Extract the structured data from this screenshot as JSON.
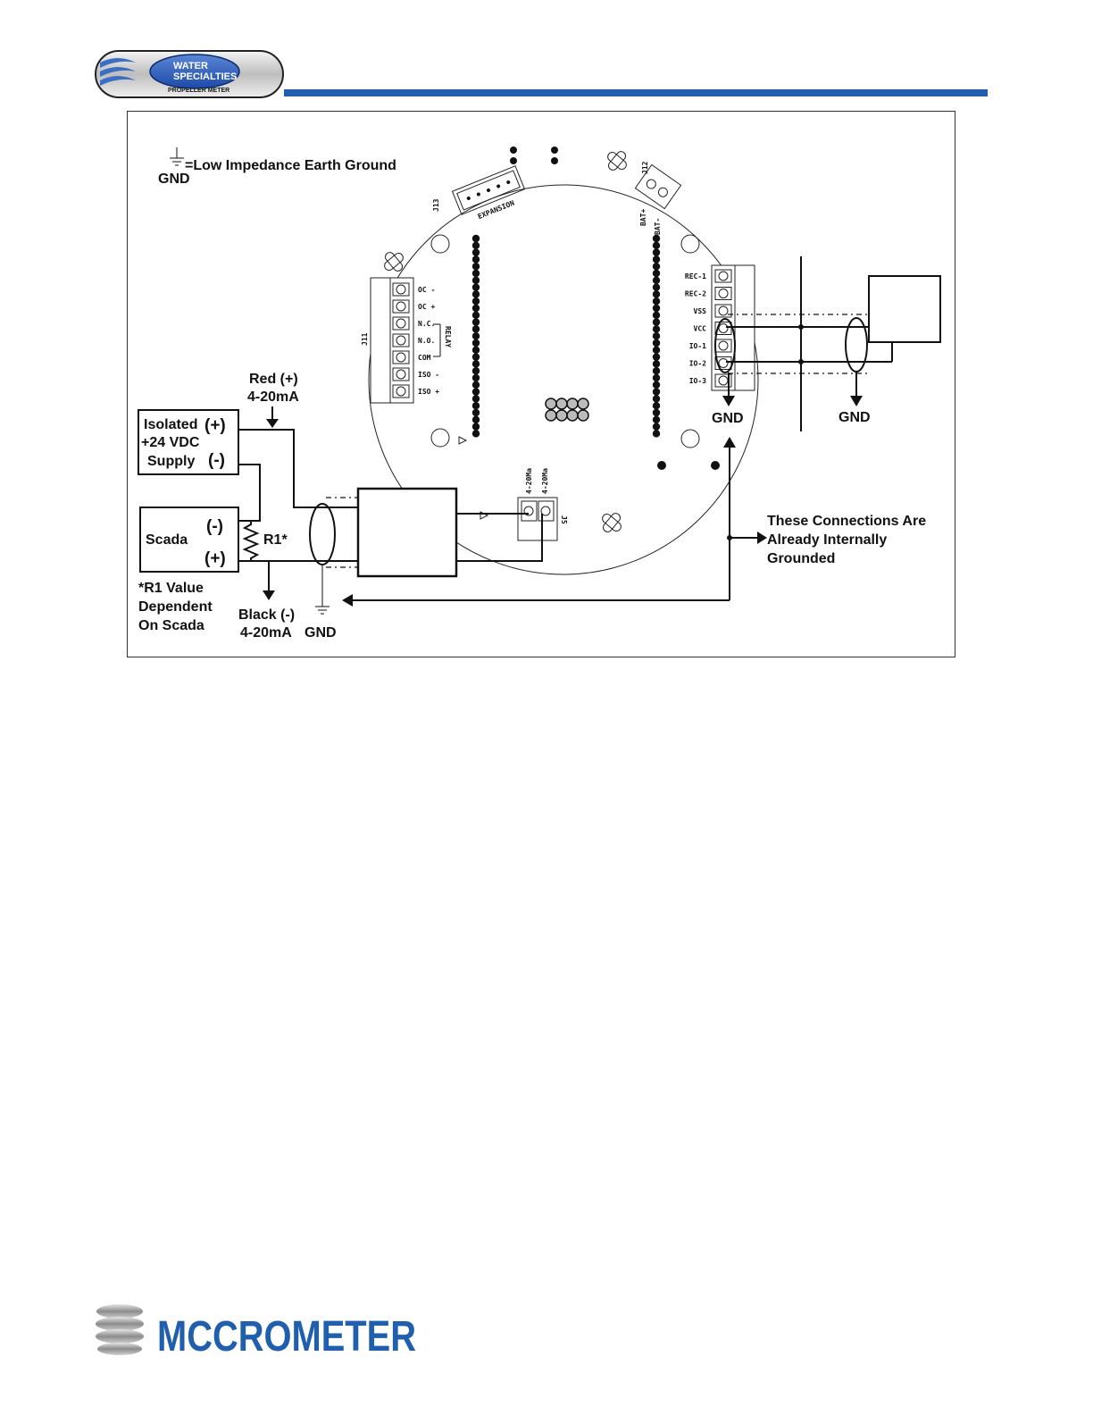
{
  "header": {
    "logo_line1": "WATER",
    "logo_line2": "SPECIALTIES",
    "logo_sub": "PROPELLER METER",
    "rule_color": "#1f5fae"
  },
  "legend": {
    "gnd_symbol_label": "GND",
    "text": "=Low Impedance Earth Ground"
  },
  "board": {
    "j13_label": "J13",
    "expansion_label": "EXPANSION",
    "j12_label": "J12",
    "bat_plus": "BAT+",
    "bat_minus": "BAT-",
    "j11_label": "J11",
    "relay_label": "RELAY",
    "j11_pins": [
      "OC -",
      "OC +",
      "N.C.",
      "N.O.",
      "COM",
      "ISO -",
      "ISO +"
    ],
    "right_pins": [
      "REC-1",
      "REC-2",
      "VSS",
      "VCC",
      "IO-1",
      "IO-2",
      "IO-3"
    ],
    "j5_label": "J5",
    "j5_pins": [
      "4-20Ma",
      "4-20Ma"
    ]
  },
  "labels": {
    "red_line1": "Red (+)",
    "red_line2": "4-20mA",
    "supply_line1": "Isolated",
    "supply_line2": "+24 VDC",
    "supply_line3": "Supply",
    "supply_plus": "(+)",
    "supply_minus": "(-)",
    "scada": "Scada",
    "scada_minus": "(-)",
    "scada_plus": "(+)",
    "r1": "R1*",
    "r1_note_line1": "*R1 Value",
    "r1_note_line2": "Dependent",
    "r1_note_line3": "On Scada",
    "black_line1": "Black (-)",
    "black_line2": "4-20mA",
    "gnd_bottom": "GND",
    "gnd_right1": "GND",
    "gnd_right2": "GND",
    "note_line1": "These Connections Are",
    "note_line2": "Already Internally",
    "note_line3": "Grounded"
  },
  "footer": {
    "brand": "MCCROMETER"
  }
}
